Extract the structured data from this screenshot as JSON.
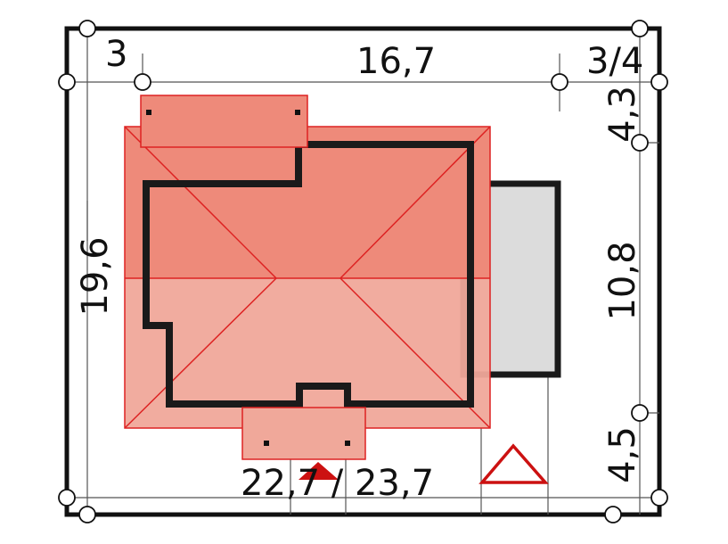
{
  "dimensions": {
    "left_setback": "3",
    "house_width": "16,7",
    "right_setback": "3/4",
    "top_setback": "4,3",
    "total_depth": "19,6",
    "house_depth": "10,8",
    "bottom_setback": "4,5",
    "plot_width": "22,7 / 23,7"
  },
  "colors": {
    "roof_upper": "#ee8a7a",
    "roof_lower": "#f0a89a",
    "ridge_lines": "#dd2222",
    "garage_fill": "#dcdcdc",
    "wall": "#1a1a1a",
    "north_marker": "#cc1111"
  },
  "icons": {
    "north_arrow": "triangle-up-icon",
    "survey_points": "circle-marker-icon"
  }
}
